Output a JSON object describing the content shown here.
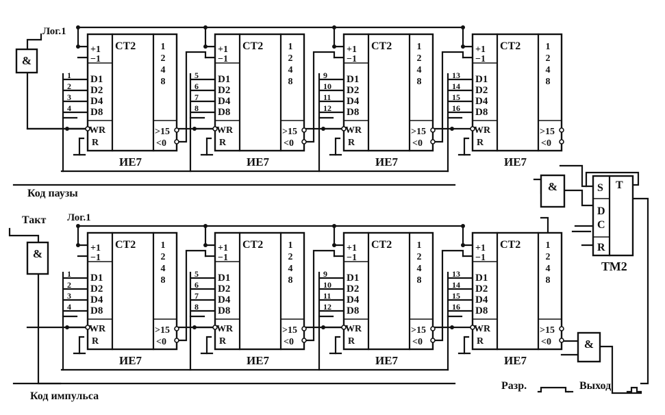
{
  "labels": {
    "log1_top": "Лог.1",
    "log1_bottom": "Лог.1",
    "pause_code": "Код паузы",
    "pulse_code": "Код импульса",
    "clock": "Такт",
    "enable": "Разр.",
    "output": "Выход",
    "trigger_name": "ТМ2",
    "trigger_pins": {
      "s": "S",
      "d": "D",
      "c": "C",
      "r": "R",
      "t": "T"
    },
    "and_symbol": "&"
  },
  "counter": {
    "name": "ИЕ7",
    "type": "СТ2",
    "up": "+1",
    "down": "−1",
    "data_inputs": [
      "D1",
      "D2",
      "D4",
      "D8"
    ],
    "wr": "WR",
    "r": "R",
    "outputs": [
      "1",
      "2",
      "4",
      "8"
    ],
    "carry": ">15",
    "borrow": "<0"
  },
  "bit_groups": [
    [
      "1",
      "2",
      "3",
      "4"
    ],
    [
      "5",
      "6",
      "7",
      "8"
    ],
    [
      "9",
      "10",
      "11",
      "12"
    ],
    [
      "13",
      "14",
      "15",
      "16"
    ]
  ]
}
